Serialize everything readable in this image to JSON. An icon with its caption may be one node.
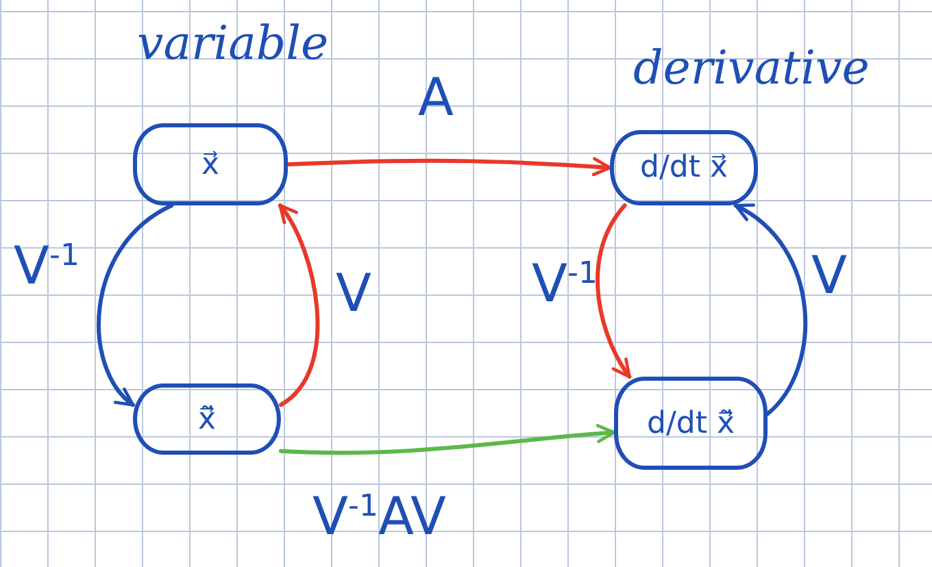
{
  "diagram": {
    "nodes": [
      {
        "text": [
          "x⃗"
        ]
      },
      {
        "text": [
          "x̃⃗"
        ]
      },
      {
        "text": [
          "d/dt x⃗"
        ]
      },
      {
        "text": [
          "d/dt x̃⃗"
        ]
      }
    ],
    "edges": [
      {
        "from": 0,
        "to": 1,
        "arrow": "to",
        "label": "V$^{-1}$",
        "color": "#1f4fb5"
      },
      {
        "from": 1,
        "to": 0,
        "arrow": "to",
        "label": "V",
        "color": "#e8392a"
      },
      {
        "from": 0,
        "to": 2,
        "arrow": "to",
        "label": "A",
        "color": "#e8392a"
      },
      {
        "from": 2,
        "to": 3,
        "arrow": "to",
        "label": "V$^{-1}$",
        "color": "#e8392a"
      },
      {
        "from": 3,
        "to": 2,
        "arrow": "to",
        "label": "V",
        "color": "#1f4fb5"
      },
      {
        "from": 1,
        "to": 3,
        "arrow": "to",
        "label": "V$^{-1}$AV",
        "color": "#5cb84a"
      }
    ],
    "labels": [
      "variable",
      "derivative"
    ]
  }
}
